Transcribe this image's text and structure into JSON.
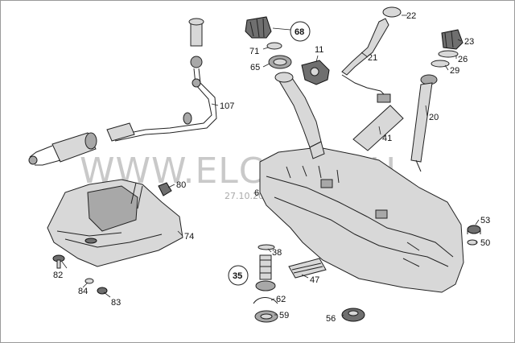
{
  "watermark": {
    "site": "WWW.ELCATS.RU",
    "date": "27.10.2011"
  },
  "callouts": [
    {
      "id": "22",
      "circled": false
    },
    {
      "id": "68",
      "circled": true
    },
    {
      "id": "71",
      "circled": false
    },
    {
      "id": "11",
      "circled": false
    },
    {
      "id": "21",
      "circled": false
    },
    {
      "id": "23",
      "circled": false
    },
    {
      "id": "26",
      "circled": false
    },
    {
      "id": "29",
      "circled": false
    },
    {
      "id": "65",
      "circled": false
    },
    {
      "id": "107",
      "circled": false
    },
    {
      "id": "20",
      "circled": false
    },
    {
      "id": "41",
      "circled": false
    },
    {
      "id": "80",
      "circled": false
    },
    {
      "id": "6",
      "circled": false
    },
    {
      "id": "74",
      "circled": false
    },
    {
      "id": "53",
      "circled": false
    },
    {
      "id": "50",
      "circled": false
    },
    {
      "id": "38",
      "circled": false
    },
    {
      "id": "35",
      "circled": true
    },
    {
      "id": "47",
      "circled": false
    },
    {
      "id": "82",
      "circled": false
    },
    {
      "id": "84",
      "circled": false
    },
    {
      "id": "83",
      "circled": false
    },
    {
      "id": "62",
      "circled": false
    },
    {
      "id": "59",
      "circled": false
    },
    {
      "id": "56",
      "circled": false
    }
  ],
  "colors": {
    "background": "#ffffff",
    "line": "#222222",
    "watermark": "#c9c9c9",
    "part_fill": "#d8d8d8"
  }
}
